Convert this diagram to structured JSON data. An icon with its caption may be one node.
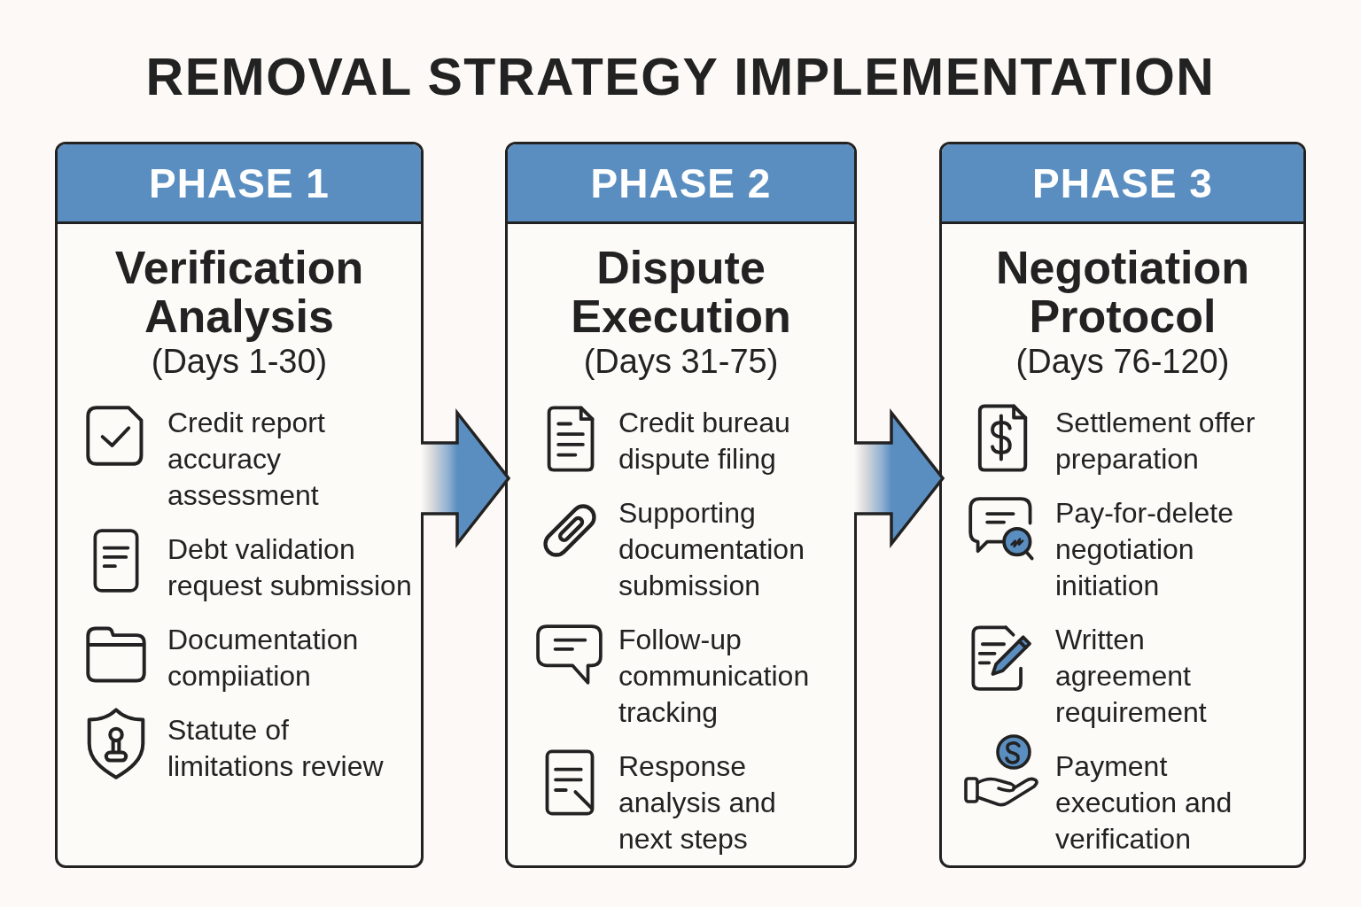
{
  "diagram": {
    "title": "REMOVAL STRATEGY IMPLEMENTATION",
    "nodes": [
      {
        "text": [
          "PHASE 1",
          "Verification Analysis",
          "(Days 1-30)",
          "Credit report accuracy assessment",
          "Debt validation request submission",
          "Documentation compiiation",
          "Statute of limitations review"
        ]
      },
      {
        "text": [
          "PHASE 2",
          "Dispute Execution",
          "(Days 31-75)",
          "Credit bureau dispute filing",
          "Supporting documentation submission",
          "Follow-up communication tracking",
          "Response analysis and next steps"
        ]
      },
      {
        "text": [
          "PHASE 3",
          "Negotiation Protocol",
          "(Days 76-120)",
          "Settlement offer preparation",
          "Pay-for-delete negotiation initiation",
          "Written agreement requirement",
          "Payment execution and verification"
        ]
      }
    ],
    "edges": [
      {
        "from": 0,
        "to": 1,
        "arrow": "to"
      },
      {
        "from": 1,
        "to": 2,
        "arrow": "to"
      }
    ]
  }
}
